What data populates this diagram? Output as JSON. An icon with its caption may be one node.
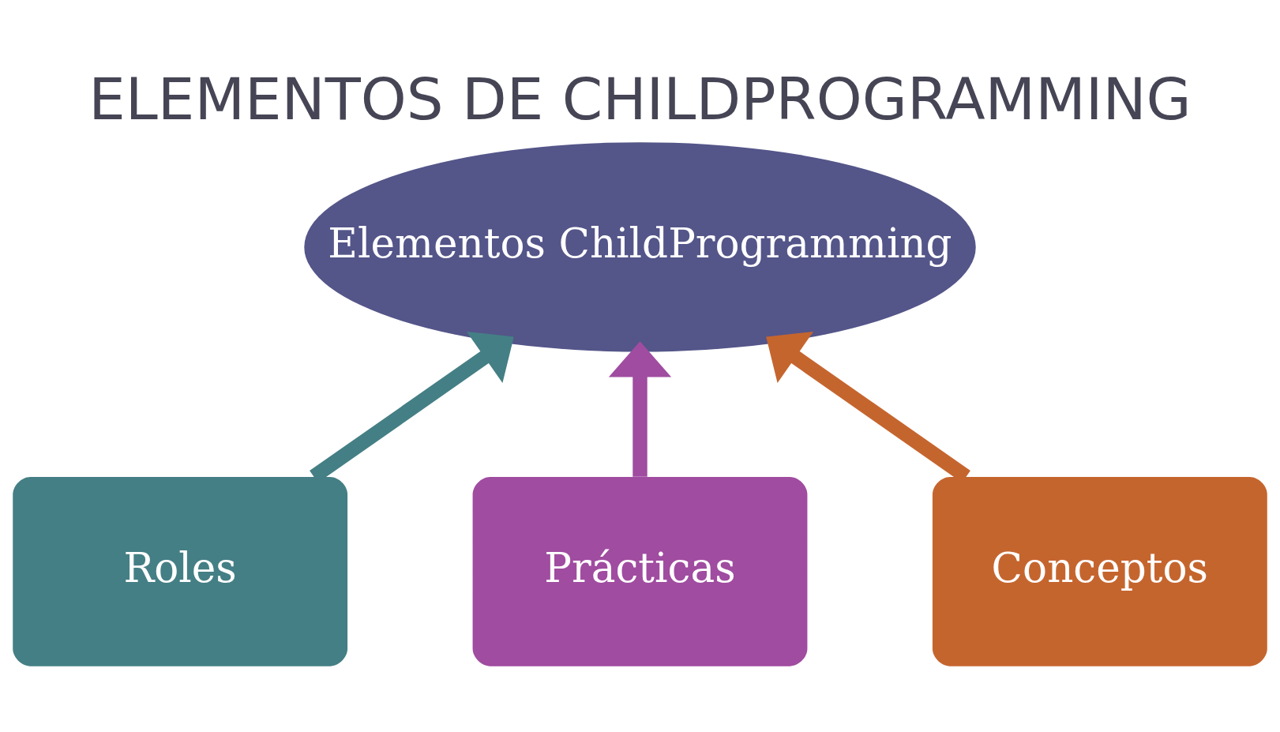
{
  "diagram": {
    "title": "ELEMENTOS DE CHILDPROGRAMMING",
    "nodes": [
      {
        "text": [
          "Elementos ChildProgramming"
        ]
      },
      {
        "text": [
          "Roles"
        ]
      },
      {
        "text": [
          "Prácticas"
        ]
      },
      {
        "text": [
          "Conceptos"
        ]
      }
    ],
    "edges": [
      {
        "from": 1,
        "to": 0,
        "arrow": "to",
        "color": "#447f85"
      },
      {
        "from": 2,
        "to": 0,
        "arrow": "to",
        "color": "#a04ca0"
      },
      {
        "from": 3,
        "to": 0,
        "arrow": "to",
        "color": "#c5652e"
      }
    ]
  }
}
